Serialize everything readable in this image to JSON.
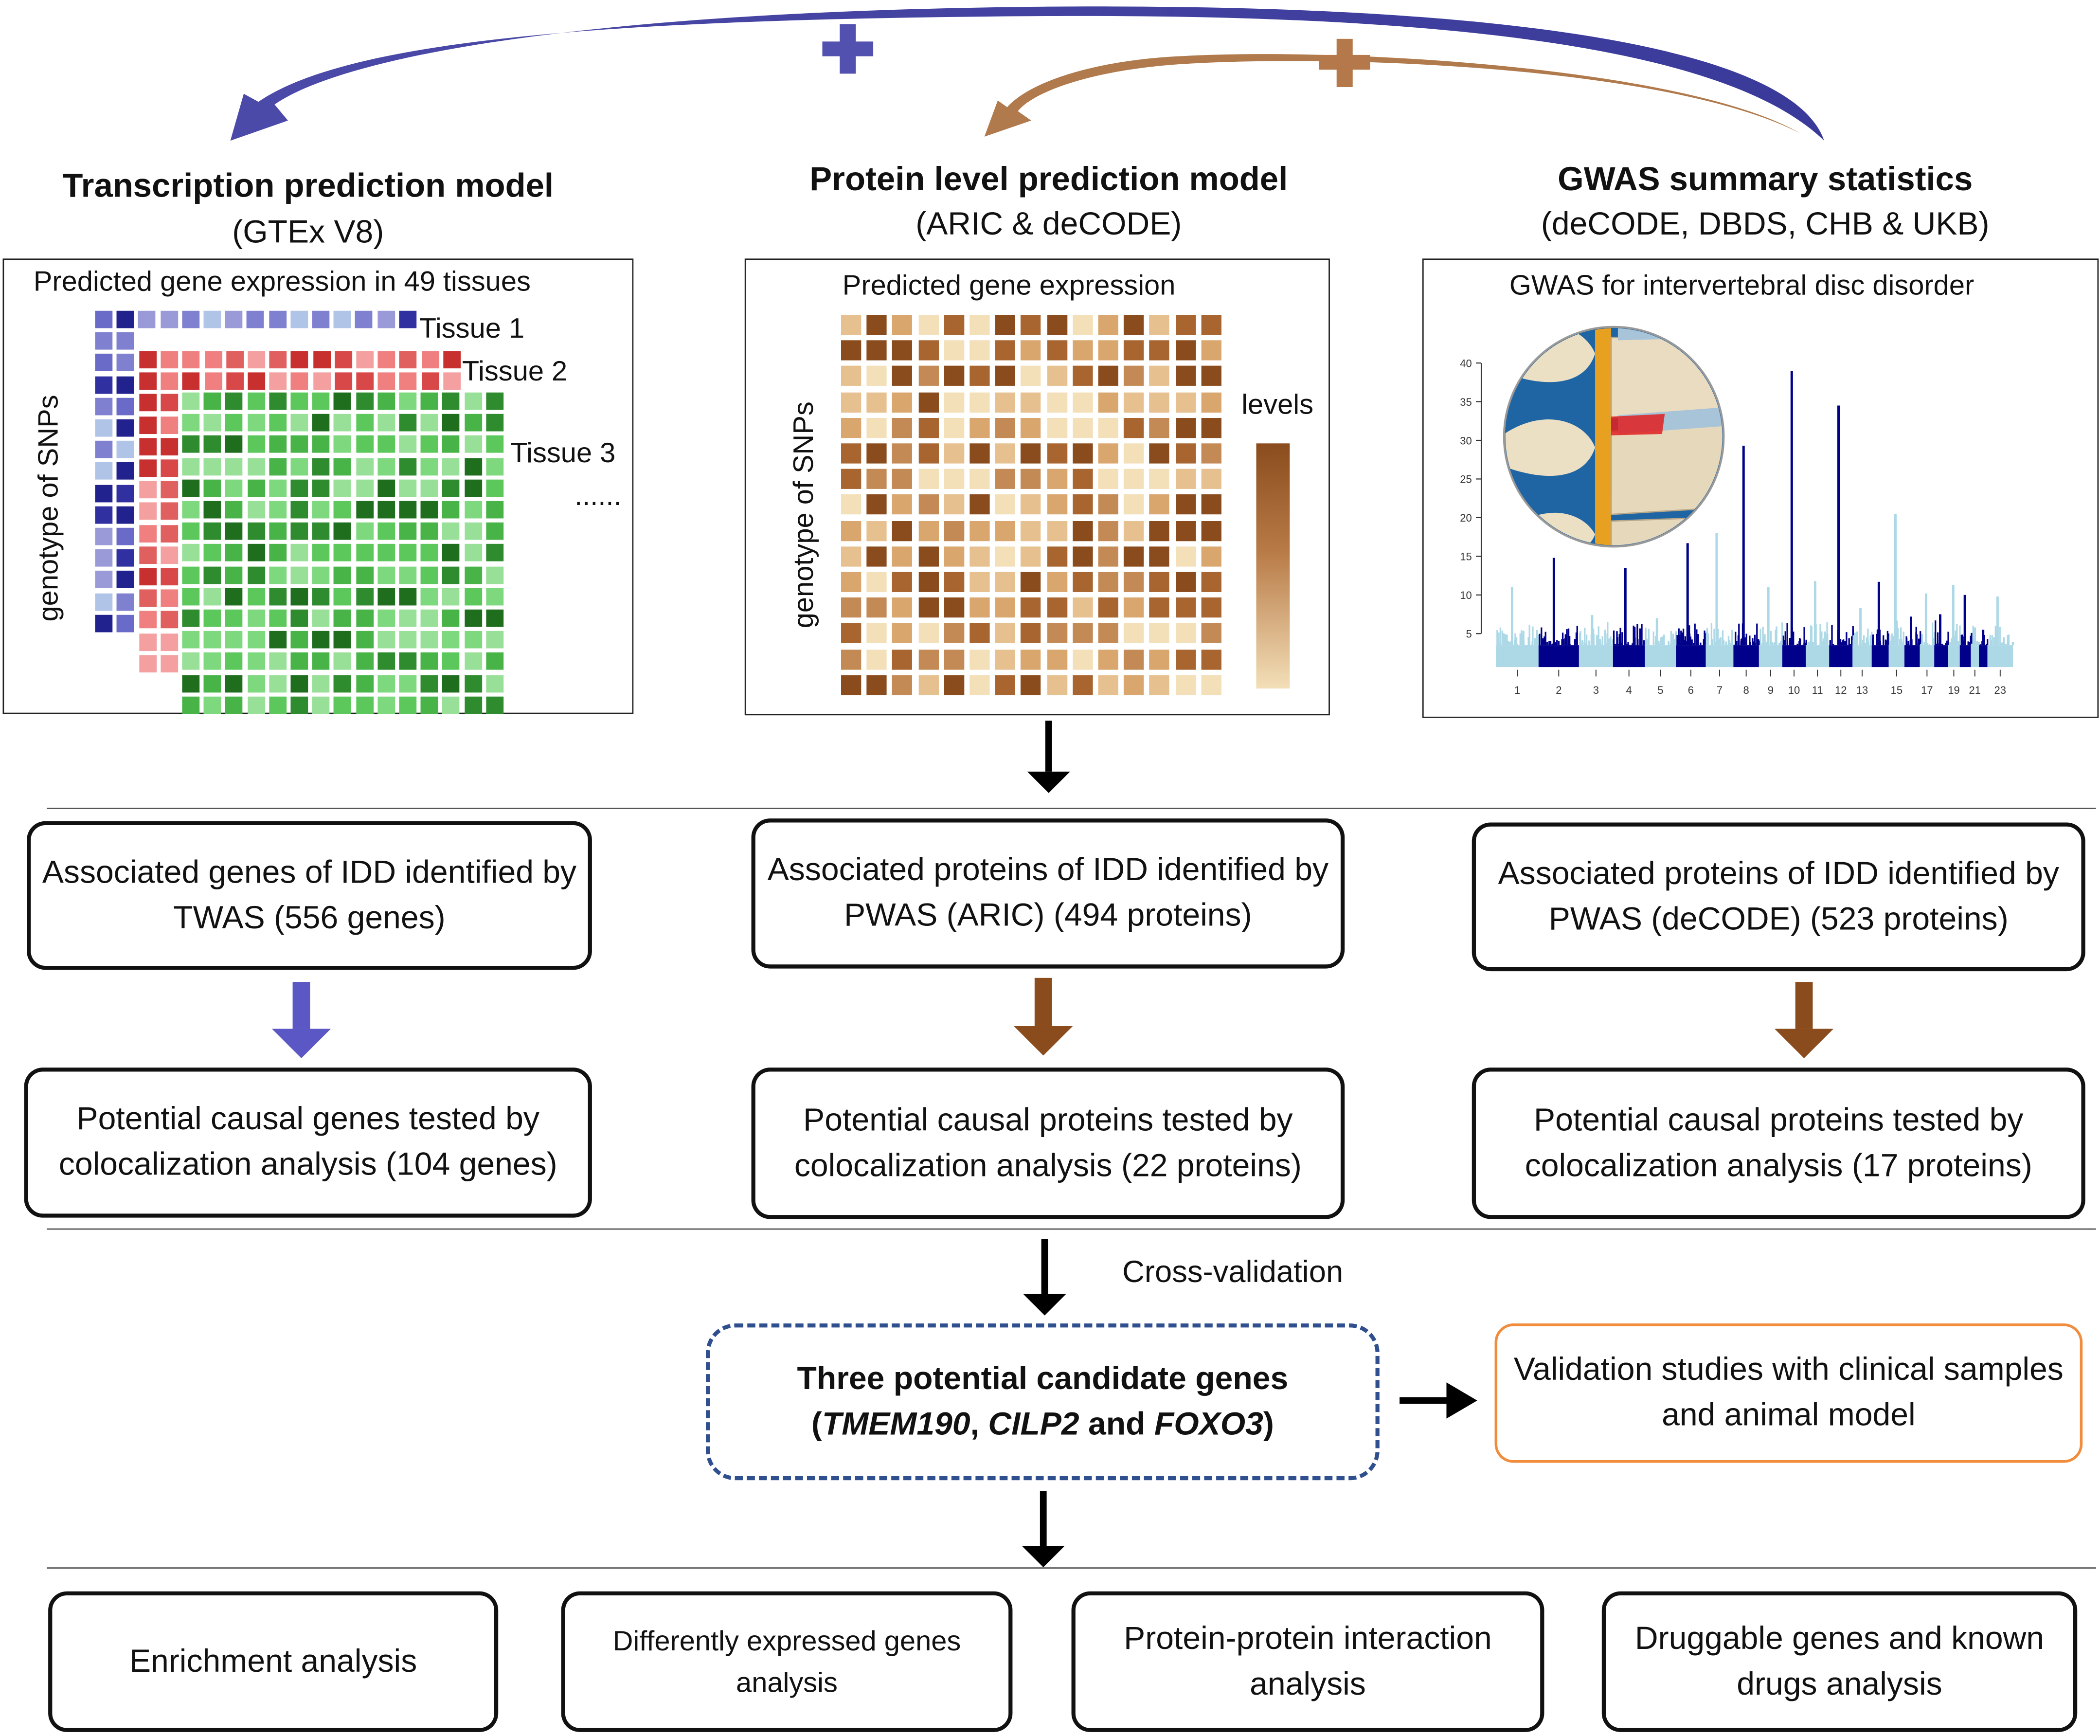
{
  "top_plus_colors": {
    "blue": "#5351b0",
    "brown": "#b5784a"
  },
  "columns": [
    {
      "title": "Transcription prediction model",
      "subtitle": "(GTEx V8)",
      "panel_title": "Predicted gene expression in 49 tissues",
      "axis_label": "genotype of  SNPs",
      "tissue_labels": [
        "Tissue 1",
        "Tissue 2",
        "Tissue 3",
        "......"
      ]
    },
    {
      "title": "Protein level prediction model",
      "subtitle": "(ARIC & deCODE)",
      "panel_title": "Predicted gene expression",
      "axis_label": "genotype of  SNPs",
      "legend_label": "levels"
    },
    {
      "title": "GWAS summary statistics",
      "subtitle": "(deCODE, DBDS, CHB & UKB)",
      "panel_title": "GWAS for intervertebral disc disorder"
    }
  ],
  "chart_data": {
    "type": "scatter",
    "title": "GWAS for intervertebral disc disorder",
    "y_ticks": [
      "5",
      "10",
      "15",
      "20",
      "25",
      "30",
      "35",
      "40"
    ],
    "ylim": [
      0,
      40
    ],
    "x_tick_labels": [
      "1",
      "2",
      "3",
      "4",
      "5",
      "6",
      "7",
      "8",
      "9",
      "10",
      "11",
      "12",
      "13",
      "15",
      "17",
      "19",
      "21",
      "23"
    ],
    "colors": {
      "odd": "#add8e6",
      "even": "#00008b"
    },
    "peaks": [
      {
        "chr": "1",
        "max": 11
      },
      {
        "chr": "2",
        "max": 14.8
      },
      {
        "chr": "3",
        "max": 7.4
      },
      {
        "chr": "4",
        "max": 13.5
      },
      {
        "chr": "5",
        "max": 7
      },
      {
        "chr": "6",
        "max": 16.7
      },
      {
        "chr": "7",
        "max": 18
      },
      {
        "chr": "8",
        "max": 29.3
      },
      {
        "chr": "9",
        "max": 11
      },
      {
        "chr": "10",
        "max": 39
      },
      {
        "chr": "11",
        "max": 11.8
      },
      {
        "chr": "12",
        "max": 34.5
      },
      {
        "chr": "13",
        "max": 8.3
      },
      {
        "chr": "14",
        "max": 11.7
      },
      {
        "chr": "15",
        "max": 20.5
      },
      {
        "chr": "16",
        "max": 7.2
      },
      {
        "chr": "17",
        "max": 10.2
      },
      {
        "chr": "18",
        "max": 7.5
      },
      {
        "chr": "19",
        "max": 11.3
      },
      {
        "chr": "20",
        "max": 10
      },
      {
        "chr": "21",
        "max": 5.8
      },
      {
        "chr": "22",
        "max": 5.5
      },
      {
        "chr": "23",
        "max": 9.8
      }
    ]
  },
  "row1": [
    "Associated genes of IDD identified by TWAS (556 genes)",
    "Associated proteins of IDD identified by  PWAS (ARIC) (494 proteins)",
    "Associated proteins of IDD identified by  PWAS (deCODE) (523 proteins)"
  ],
  "row2": [
    "Potential causal genes tested by colocalization analysis (104 genes)",
    "Potential causal proteins tested by colocalization analysis (22 proteins)",
    "Potential causal proteins tested by colocalization analysis (17 proteins)"
  ],
  "cross_validation": "Cross-validation",
  "candidates": {
    "line1": "Three potential candidate genes",
    "open": "(",
    "g1": "TMEM190",
    "sep1": ", ",
    "g2": "CILP2",
    "sep2": " and ",
    "g3": "FOXO3",
    "close": ")"
  },
  "validation": "Validation studies with clinical samples and animal model",
  "bottom": [
    "Enrichment analysis",
    "Differently expressed genes analysis",
    "Protein-protein interaction analysis",
    "Druggable genes and known drugs analysis"
  ],
  "arrow_colors": {
    "blue": "#5b57c4",
    "brown": "#8b4c1d",
    "black": "#000000"
  }
}
